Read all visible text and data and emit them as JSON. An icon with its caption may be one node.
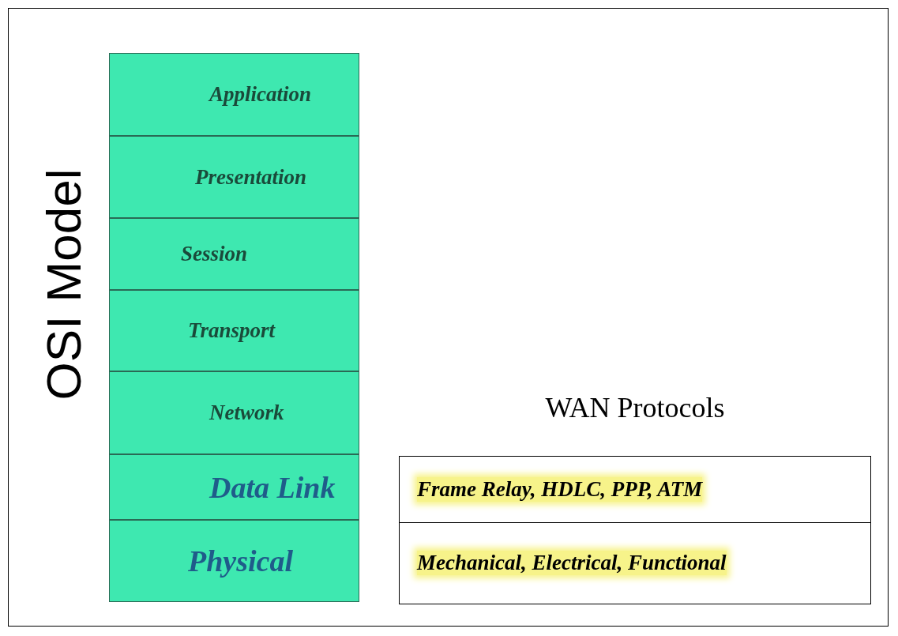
{
  "diagram": {
    "title": "OSI Model",
    "nodes": [
      {
        "text": [
          "Application"
        ]
      },
      {
        "text": [
          "Presentation"
        ]
      },
      {
        "text": [
          "Session"
        ]
      },
      {
        "text": [
          "Transport"
        ]
      },
      {
        "text": [
          "Network"
        ]
      },
      {
        "text": [
          "Data Link"
        ]
      },
      {
        "text": [
          "Physical"
        ]
      },
      {
        "text": [
          "WAN Protocols"
        ]
      },
      {
        "text": [
          "Frame Relay, HDLC, PPP, ATM"
        ],
        "in": 7
      },
      {
        "text": [
          "Mechanical, Electrical, Functional"
        ],
        "in": 7
      }
    ],
    "edges": []
  }
}
